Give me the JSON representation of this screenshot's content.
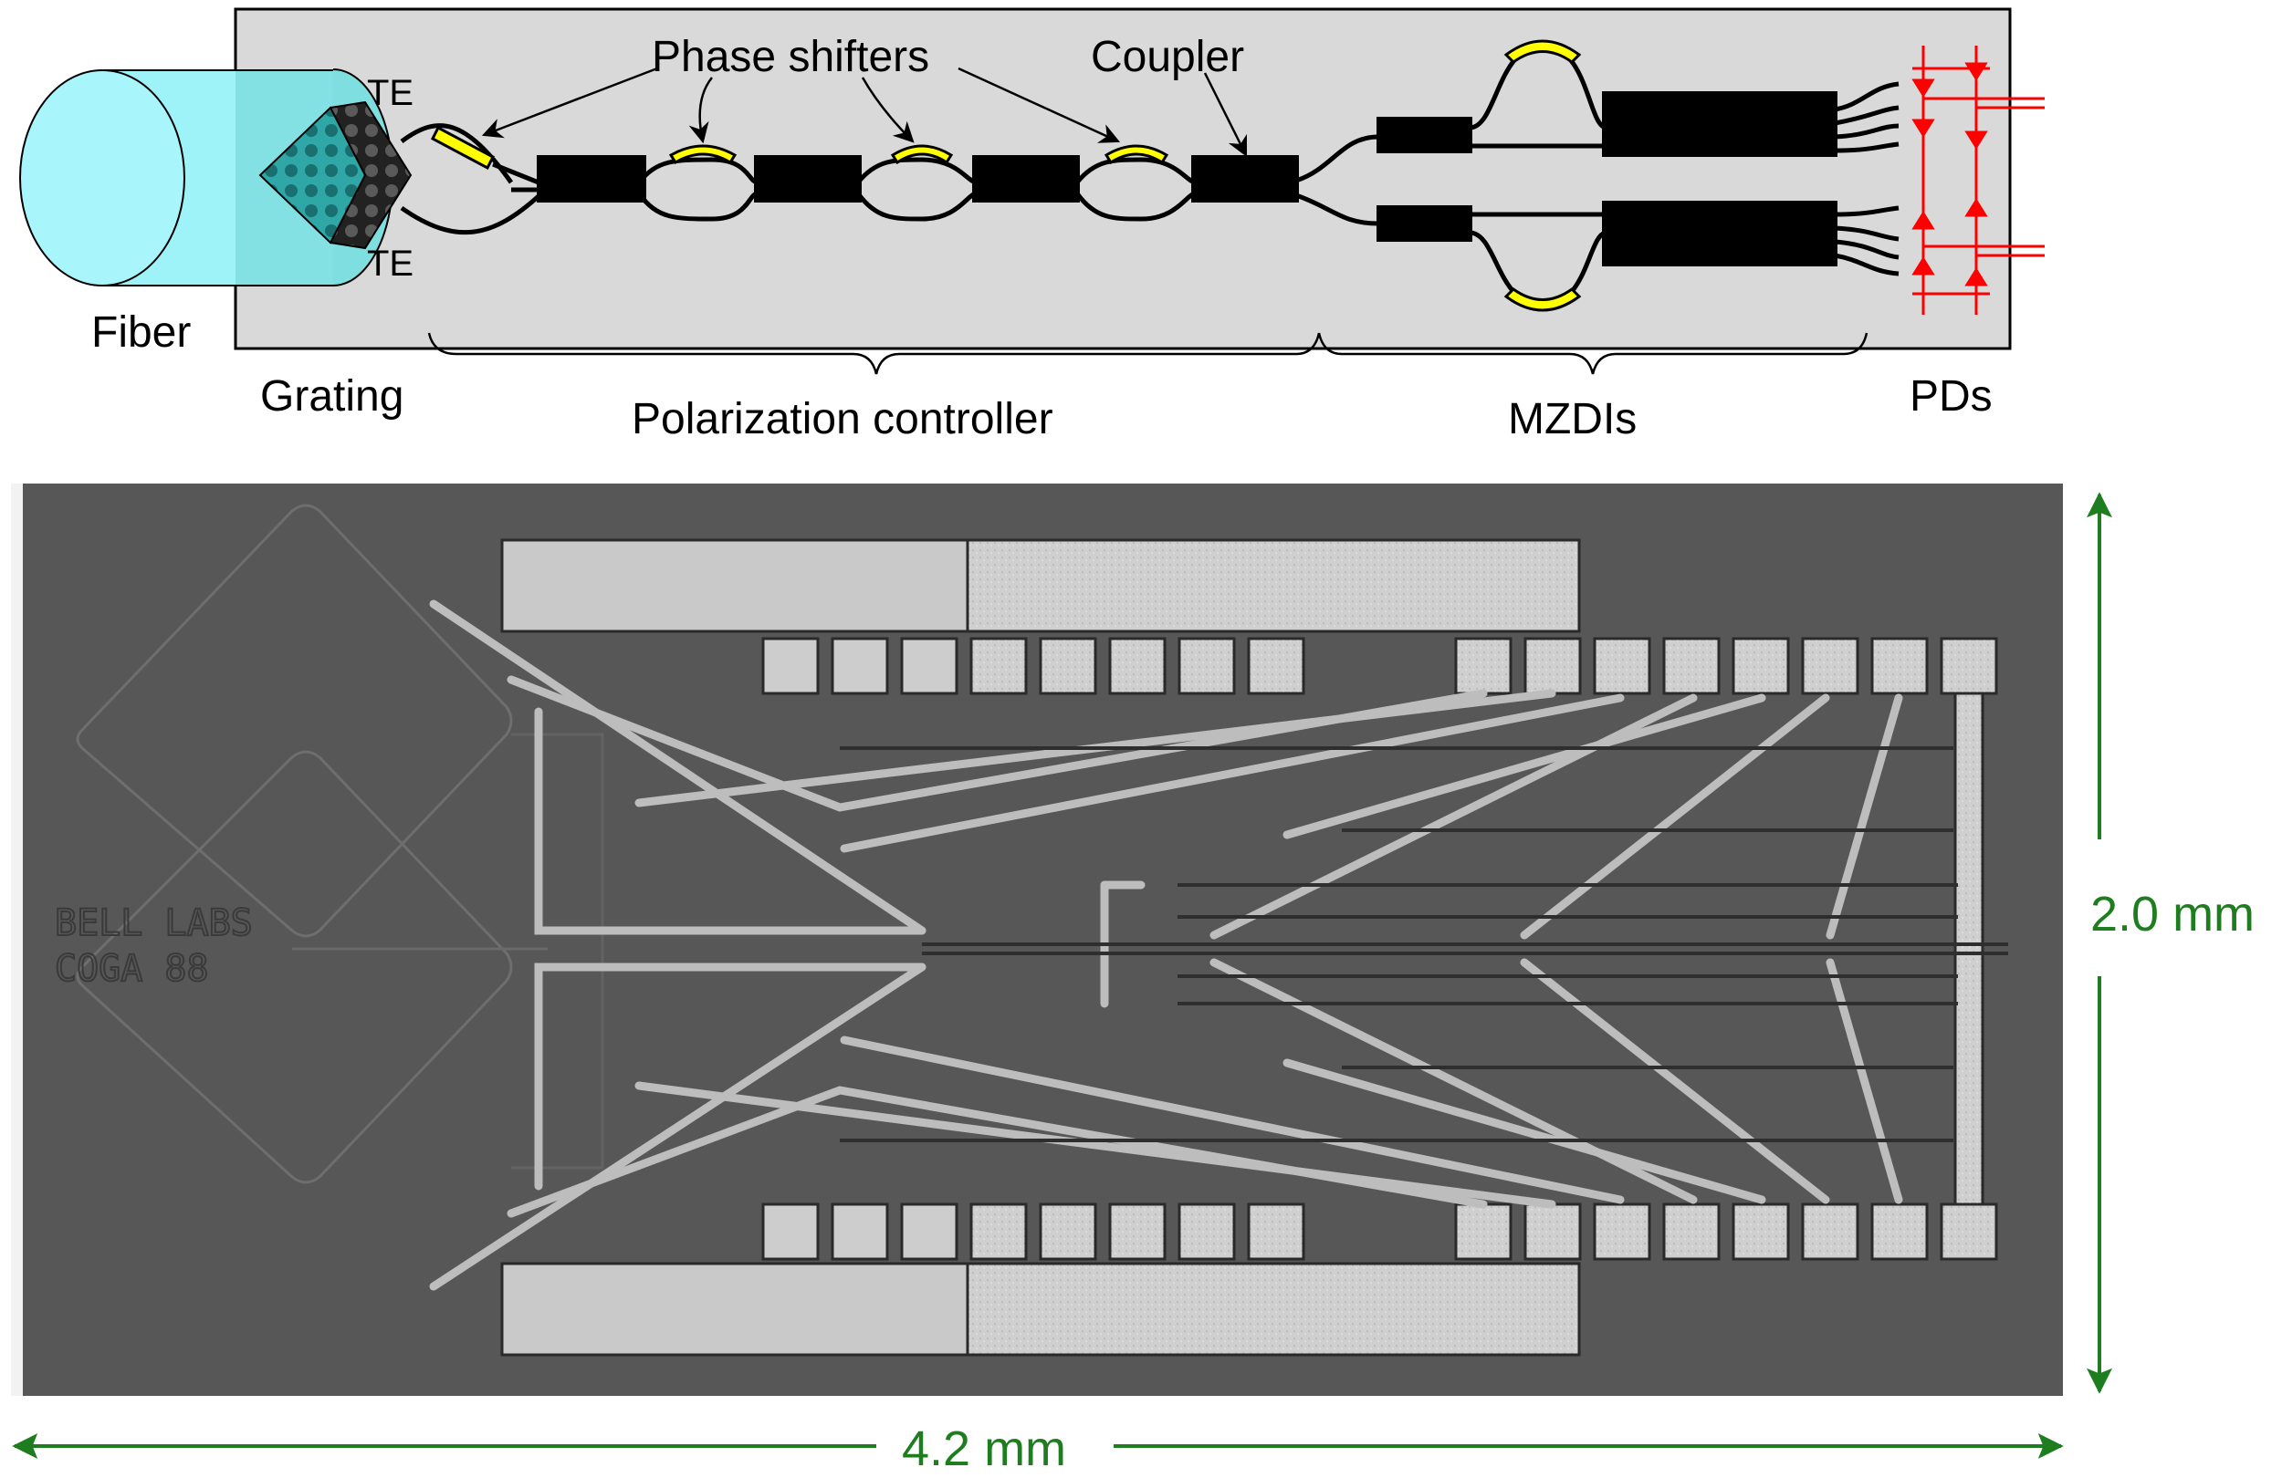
{
  "schematic": {
    "labels": {
      "fiber": "Fiber",
      "te_top": "TE",
      "te_bottom": "TE",
      "phase_shifters": "Phase shifters",
      "coupler": "Coupler",
      "grating": "Grating",
      "polarization_controller": "Polarization controller",
      "mzdis": "MZDIs",
      "pds": "PDs"
    },
    "colors": {
      "fiber": "#9ef3f8",
      "fiber_overlap": "#7fdfe0",
      "chip": "#d9d9d9",
      "waveguide": "#000000",
      "phase_shifter": "#ffff00",
      "photodiode": "#ff0000"
    }
  },
  "micrograph": {
    "chip_text_line1": "BELL LABS",
    "chip_text_line2": "COGA 88",
    "colors": {
      "substrate": "#575757",
      "metal": "#c9c9c9",
      "trace": "#bdbdbd"
    }
  },
  "dimensions": {
    "height": "2.0 mm",
    "width": "4.2 mm",
    "color": "#1e7d1e"
  }
}
